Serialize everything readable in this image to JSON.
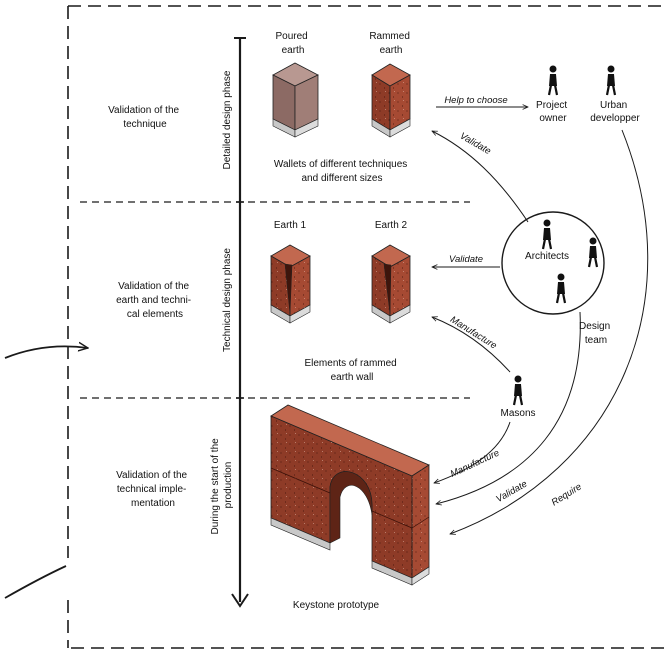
{
  "phases": [
    {
      "validation": [
        "Validation of the",
        "technique"
      ],
      "phase": [
        "Detailed design phase"
      ]
    },
    {
      "validation": [
        "Validation of the",
        "earth and techni-",
        "cal elements"
      ],
      "phase": [
        "Technical design phase"
      ]
    },
    {
      "validation": [
        "Validation of the",
        "technical imple-",
        "mentation"
      ],
      "phase": [
        "During the start of the",
        "production"
      ]
    }
  ],
  "wallets": {
    "poured": [
      "Poured",
      "earth"
    ],
    "rammed": [
      "Rammed",
      "earth"
    ],
    "caption": [
      "Wallets of different techniques",
      "and different sizes"
    ]
  },
  "elements": {
    "earth1": "Earth 1",
    "earth2": "Earth 2",
    "caption": [
      "Elements of rammed",
      "earth wall"
    ]
  },
  "prototype": {
    "caption": "Keystone prototype"
  },
  "actors": {
    "project_owner": [
      "Project",
      "owner"
    ],
    "urban_developer": [
      "Urban",
      "developper"
    ],
    "architects": "Architects",
    "design_team": [
      "Design",
      "team"
    ],
    "masons": "Masons"
  },
  "arrows": {
    "help_to_choose": "Help to choose",
    "validate_wallets": "Validate",
    "validate_elements": "Validate",
    "manufacture_elements": "Manufacture",
    "manufacture_prototype": "Manufacture",
    "validate_prototype": "Validate",
    "require": "Require"
  },
  "colors": {
    "poured_earth": "#9a7670",
    "rammed_earth": "#a64a33",
    "base": "#c8c8c8",
    "line": "#1a1a1a"
  }
}
